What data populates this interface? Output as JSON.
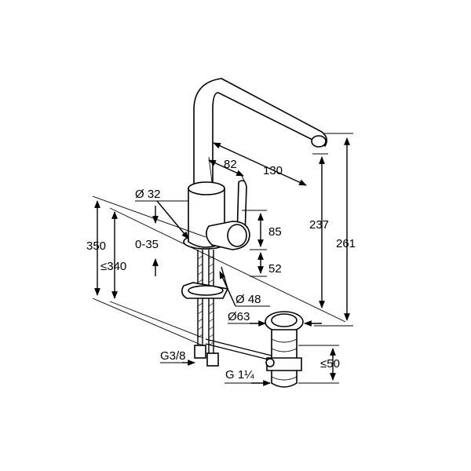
{
  "dimensions": {
    "spout_reach": "130",
    "lever_offset": "82",
    "body_diameter": "Ø 32",
    "total_height": "350",
    "max_worktop": "≤340",
    "worktop_range": "0-35",
    "lever_height": "85",
    "base_height": "52",
    "spout_height": "237",
    "overall_height": "261",
    "hole_diameter": "Ø 48",
    "waste_diameter": "Ø63",
    "waste_height": "≤50",
    "supply_thread": "G3/8",
    "waste_thread": "G 1¼"
  }
}
